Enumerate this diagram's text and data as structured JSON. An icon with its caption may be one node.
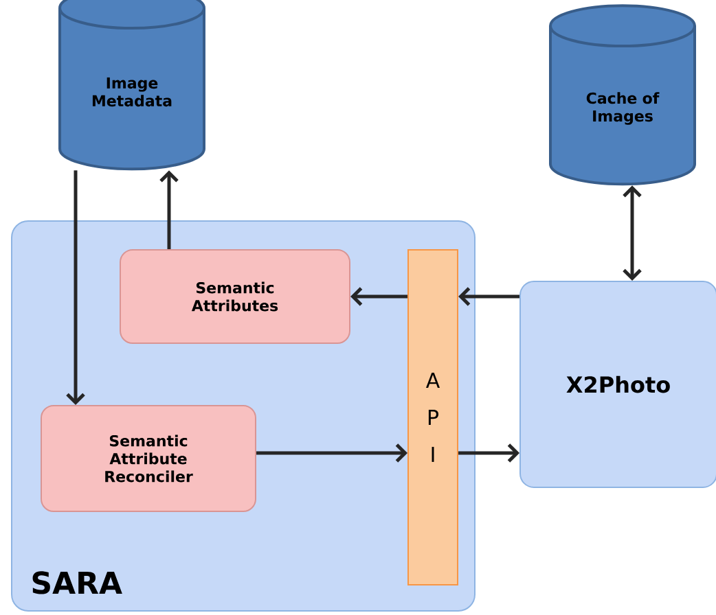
{
  "diagram": {
    "nodes": [
      {
        "text": [
          "Image Metadata"
        ]
      },
      {
        "text": [
          "Cache of Images"
        ]
      },
      {
        "text": [
          "SARA"
        ]
      },
      {
        "text": [
          "Semantic Attributes"
        ],
        "in": 2
      },
      {
        "text": [
          "A P I"
        ],
        "in": 2
      },
      {
        "text": [
          "Semantic Attribute Reconciler"
        ],
        "in": 2
      },
      {
        "text": [
          "X2Photo"
        ]
      }
    ],
    "edges": [
      {
        "from": 0,
        "to": 5,
        "arrow": "to"
      },
      {
        "from": 3,
        "to": 0,
        "arrow": "to"
      },
      {
        "from": 1,
        "to": 6,
        "arrow": "both"
      },
      {
        "from": 6,
        "to": 4,
        "arrow": "to"
      },
      {
        "from": 4,
        "to": 3,
        "arrow": "to"
      },
      {
        "from": 5,
        "to": 4,
        "arrow": "to"
      },
      {
        "from": 4,
        "to": 6,
        "arrow": "to"
      }
    ]
  }
}
